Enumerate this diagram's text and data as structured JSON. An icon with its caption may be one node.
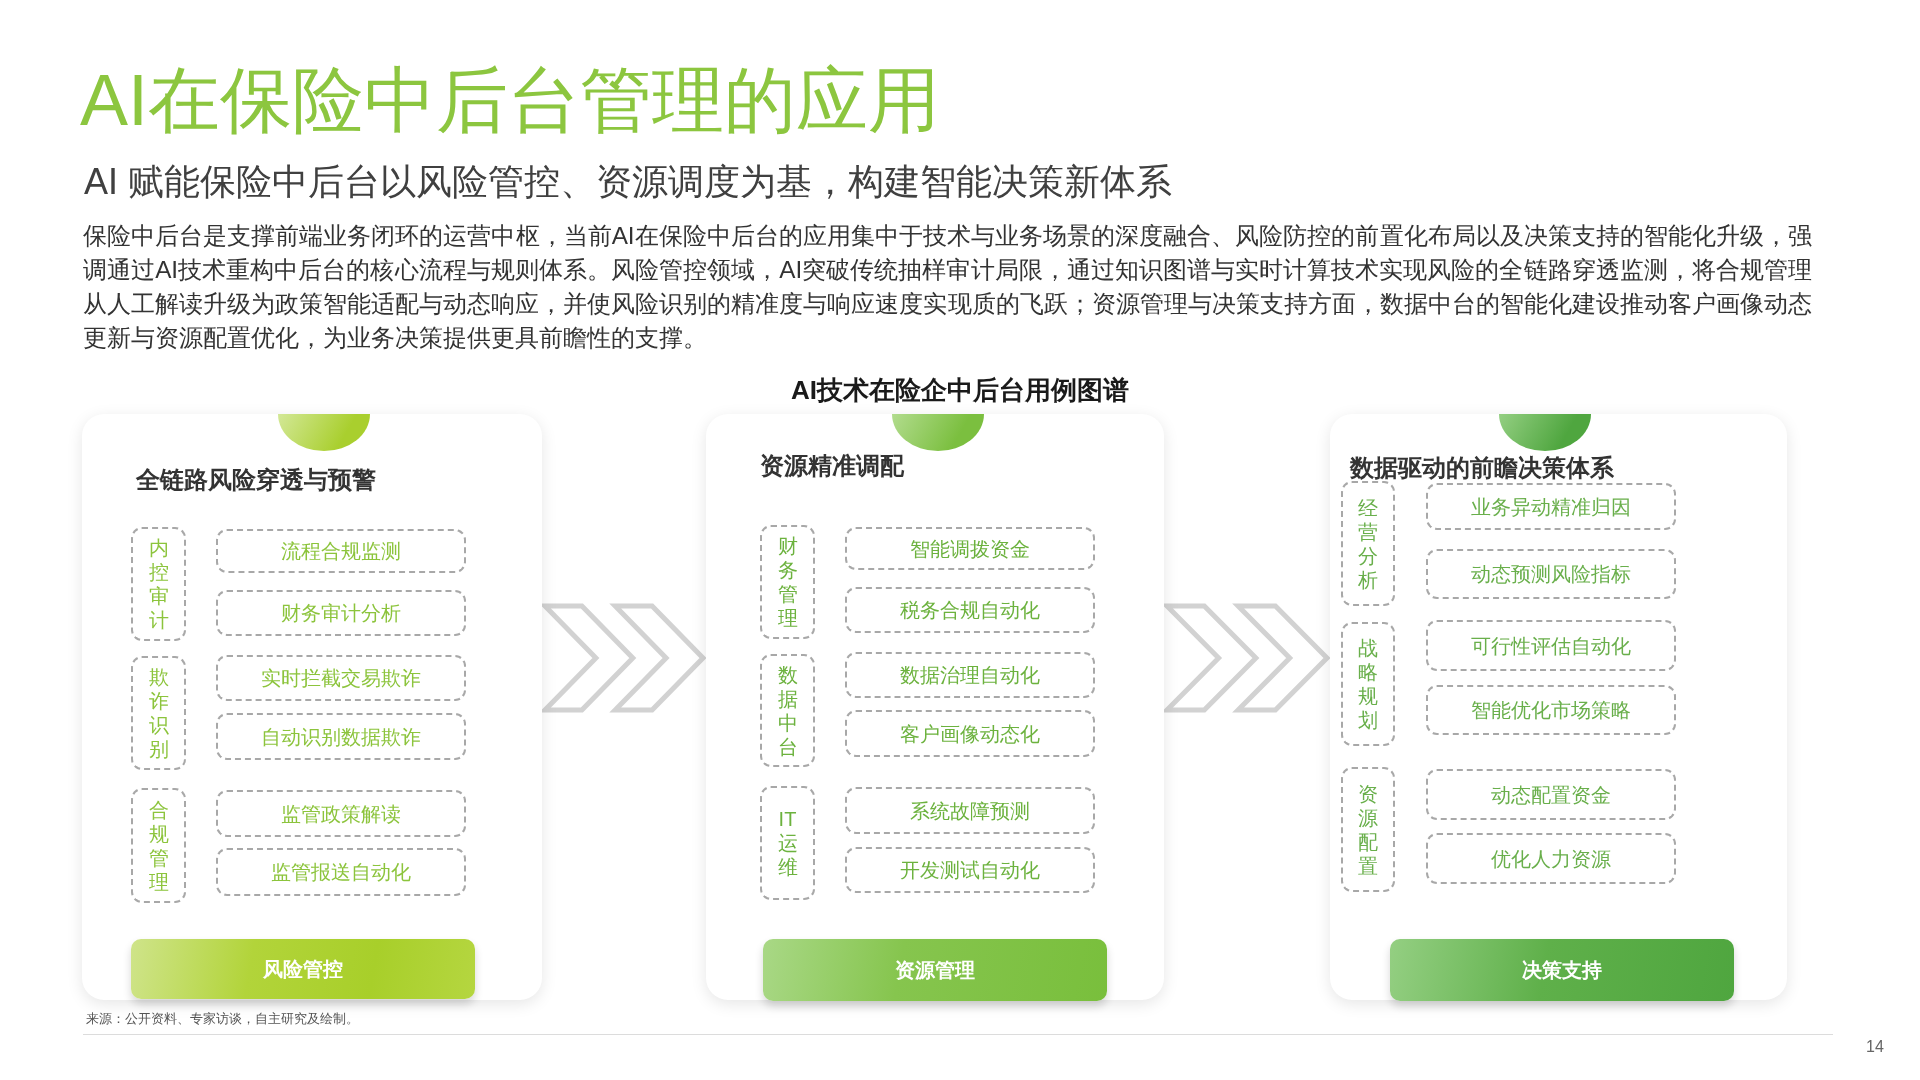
{
  "diagram": {
    "title": "AI在保险中后台管理的应用",
    "nodes": [
      {
        "text": [
          "全链路风险穿透与预警"
        ]
      },
      {
        "text": [
          "内控审计"
        ],
        "in": 0
      },
      {
        "text": [
          "流程合规监测"
        ],
        "in": 0
      },
      {
        "text": [
          "财务审计分析"
        ],
        "in": 0
      },
      {
        "text": [
          "欺诈识别"
        ],
        "in": 0
      },
      {
        "text": [
          "实时拦截交易欺诈"
        ],
        "in": 0
      },
      {
        "text": [
          "自动识别数据欺诈"
        ],
        "in": 0
      },
      {
        "text": [
          "合规管理"
        ],
        "in": 0
      },
      {
        "text": [
          "监管政策解读"
        ],
        "in": 0
      },
      {
        "text": [
          "监管报送自动化"
        ],
        "in": 0
      },
      {
        "text": [
          "风险管控"
        ],
        "in": 0
      },
      {
        "text": [
          "资源精准调配"
        ]
      },
      {
        "text": [
          "财务管理"
        ],
        "in": 11
      },
      {
        "text": [
          "智能调拨资金"
        ],
        "in": 11
      },
      {
        "text": [
          "税务合规自动化"
        ],
        "in": 11
      },
      {
        "text": [
          "数据中台"
        ],
        "in": 11
      },
      {
        "text": [
          "数据治理自动化"
        ],
        "in": 11
      },
      {
        "text": [
          "客户画像动态化"
        ],
        "in": 11
      },
      {
        "text": [
          "IT运维"
        ],
        "in": 11
      },
      {
        "text": [
          "系统故障预测"
        ],
        "in": 11
      },
      {
        "text": [
          "开发测试自动化"
        ],
        "in": 11
      },
      {
        "text": [
          "资源管理"
        ],
        "in": 11
      },
      {
        "text": [
          "数据驱动的前瞻决策体系"
        ]
      },
      {
        "text": [
          "经营分析"
        ],
        "in": 22
      },
      {
        "text": [
          "业务异动精准归因"
        ],
        "in": 22
      },
      {
        "text": [
          "动态预测风险指标"
        ],
        "in": 22
      },
      {
        "text": [
          "战略规划"
        ],
        "in": 22
      },
      {
        "text": [
          "可行性评估自动化"
        ],
        "in": 22
      },
      {
        "text": [
          "智能优化市场策略"
        ],
        "in": 22
      },
      {
        "text": [
          "资源配置"
        ],
        "in": 22
      },
      {
        "text": [
          "动态配置资金"
        ],
        "in": 22
      },
      {
        "text": [
          "优化人力资源"
        ],
        "in": 22
      },
      {
        "text": [
          "决策支持"
        ],
        "in": 22
      }
    ],
    "edges": [
      {
        "from": 0,
        "to": 11,
        "arrow": "to"
      },
      {
        "from": 11,
        "to": 22,
        "arrow": "to"
      }
    ],
    "labels": [
      "AI 赋能保险中后台以风险管控、资源调度为基，构建智能决策新体系",
      "保险中后台是支撑前端业务闭环的运营中枢，当前AI在保险中后台的应用集中于技术与业务场景的深度融合、风险防控的前置化布局以及决策支持的智能化升级，强调通过AI技术重构中后台的核心流程与规则体系。风险管控领域，AI突破传统抽样审计局限，通过知识图谱与实时计算技术实现风险的全链路穿透监测，将合规管理从人工解读升级为政策智能适配与动态响应，并使风险识别的精准度与响应速度实现质的飞跃；资源管理与决策支持方面，数据中台的智能化建设推动客户画像动态更新与资源配置优化，为业务决策提供更具前瞻性的支撑。",
      "AI技术在险企中后台用例图谱",
      "来源：公开资料、专家访谈，自主研究及绘制。",
      "14"
    ]
  }
}
